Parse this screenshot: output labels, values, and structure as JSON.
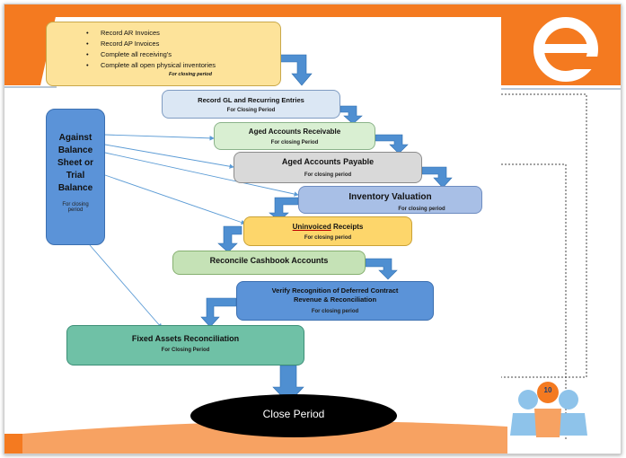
{
  "diagram": {
    "top_box": {
      "items": [
        "Record AR Invoices",
        "Record AP Invoices",
        "Complete all receiving's",
        "Complete all open physical inventories"
      ],
      "note": "For closing period"
    },
    "left_box": {
      "title": "Against Balance Sheet or Trial Balance",
      "note": "For closing period"
    },
    "steps": [
      {
        "title": "Record GL and Recurring Entries",
        "note": "For Closing Period"
      },
      {
        "title": "Aged Accounts Receivable",
        "note": "For closing Period"
      },
      {
        "title": "Aged Accounts Payable",
        "note": "For closing period"
      },
      {
        "title": "Inventory Valuation",
        "note": "For closing period"
      },
      {
        "title_underlined": "Uninvoiced",
        "title_rest": " Receipts",
        "note": "For closing period"
      },
      {
        "title": "Reconcile Cashbook Accounts",
        "note": ""
      },
      {
        "title": "Verify Recognition of Deferred Contract Revenue & Reconciliation",
        "note": "For closing period"
      },
      {
        "title": "Fixed Assets Reconciliation",
        "note": "For Closing Period"
      }
    ],
    "final": {
      "title": "Close Period"
    },
    "badge": {
      "number": "10"
    }
  },
  "colors": {
    "orange": "#f47a20",
    "yellow_box": "#fde39a",
    "light_blue": "#dbe7f4",
    "light_green": "#d9efd2",
    "grey": "#d9d9d9",
    "periwinkle": "#a8bfe6",
    "amber": "#fdd66b",
    "green": "#c5e2b6",
    "blue": "#5b93d8",
    "teal": "#6fc1a6",
    "arrow_blue": "#4f8fd1"
  }
}
